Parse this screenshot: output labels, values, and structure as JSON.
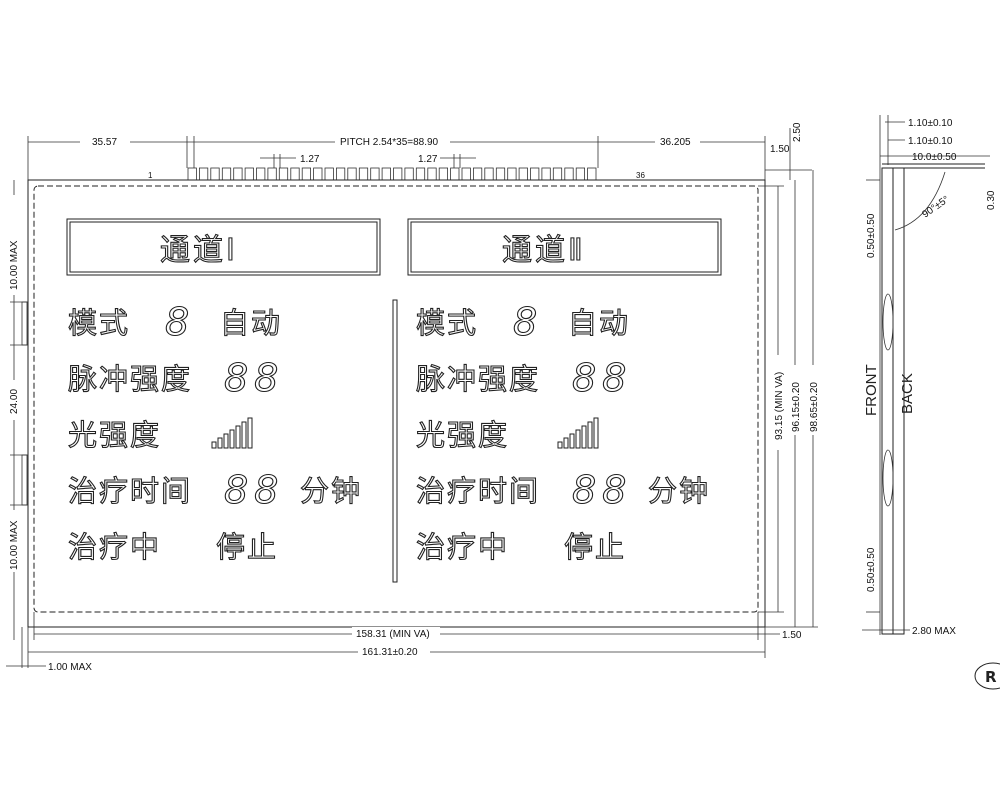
{
  "dimensions": {
    "left_offset": "35.57",
    "pitch": "PITCH 2.54*35=88.90",
    "right_offset": "36.205",
    "pin_pitch_a": "1.27",
    "pin_pitch_b": "1.27",
    "top_gap_a": "1.50",
    "top_gap_b": "2.50",
    "pin_first": "1",
    "pin_last": "36",
    "left_max_top": "10.00 MAX",
    "left_mid": "24.00",
    "left_max_bottom": "10.00 MAX",
    "height_va": "93.15 (MIN VA)",
    "height_outer": "96.15±0.20",
    "height_total": "98.65±0.20",
    "width_va": "158.31 (MIN VA)",
    "width_total": "161.31±0.20",
    "bottom_gap": "1.50",
    "bottom_max": "1.00 MAX"
  },
  "side_view": {
    "t1": "1.10±0.10",
    "t2": "1.10±0.10",
    "t3": "10.0±0.50",
    "t4": "0.30",
    "angle": "90°±5°",
    "upper_offset": "0.50±0.50",
    "lower_offset": "0.50±0.50",
    "front": "FRONT",
    "back": "BACK",
    "thickness": "2.80 MAX"
  },
  "display": {
    "channels": [
      {
        "title": "通道Ⅰ",
        "mode_label": "模式",
        "mode_digit": "8",
        "mode_value": "自动",
        "pulse_label": "脉冲强度",
        "pulse_digits": "88",
        "light_label": "光强度",
        "bar_level": 1.0,
        "time_label": "治疗时间",
        "time_digits": "88",
        "time_unit": "分钟",
        "state_label": "治疗中",
        "state_value": "停止"
      },
      {
        "title": "通道Ⅱ",
        "mode_label": "模式",
        "mode_digit": "8",
        "mode_value": "自动",
        "pulse_label": "脉冲强度",
        "pulse_digits": "88",
        "light_label": "光强度",
        "bar_level": 1.0,
        "time_label": "治疗时间",
        "time_digits": "88",
        "time_unit": "分钟",
        "state_label": "治疗中",
        "state_value": "停止"
      }
    ]
  },
  "logo_text": "R"
}
